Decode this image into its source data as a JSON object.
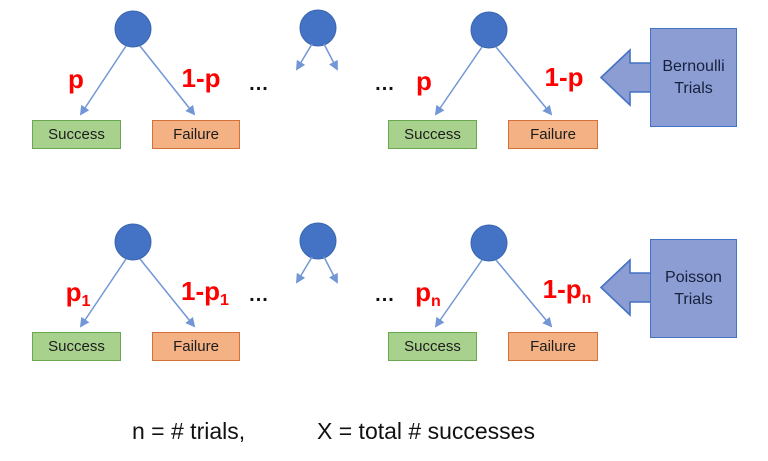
{
  "colors": {
    "node_blue": "#4472c4",
    "branch_arrow_blue": "#7296d6",
    "success_fill": "#a9d18e",
    "success_border": "#6aa84f",
    "failure_fill": "#f4b183",
    "failure_border": "#d4703a",
    "callout_fill": "#8c9dd4",
    "callout_border": "#4472c4",
    "probability_label_red": "#ff0000"
  },
  "rows": [
    {
      "callout": {
        "line1": "Bernoulli",
        "line2": "Trials"
      },
      "ellipsis_left": "...",
      "ellipsis_right": "...",
      "trees": {
        "left": {
          "prob_left_base": "p",
          "prob_left_sub": "",
          "prob_right_base": "1-p",
          "prob_right_sub": "",
          "success": "Success",
          "failure": "Failure"
        },
        "right": {
          "prob_left_base": "p",
          "prob_left_sub": "",
          "prob_right_base": "1-p",
          "prob_right_sub": "",
          "success": "Success",
          "failure": "Failure"
        }
      }
    },
    {
      "callout": {
        "line1": "Poisson",
        "line2": "Trials"
      },
      "ellipsis_left": "...",
      "ellipsis_right": "...",
      "trees": {
        "left": {
          "prob_left_base": "p",
          "prob_left_sub": "1",
          "prob_right_base": "1-p",
          "prob_right_sub": "1",
          "success": "Success",
          "failure": "Failure"
        },
        "right": {
          "prob_left_base": "p",
          "prob_left_sub": "n",
          "prob_right_base": "1-p",
          "prob_right_sub": "n",
          "success": "Success",
          "failure": "Failure"
        }
      }
    }
  ],
  "caption": {
    "trials": "n = # trials,",
    "successes": "X = total # successes"
  }
}
